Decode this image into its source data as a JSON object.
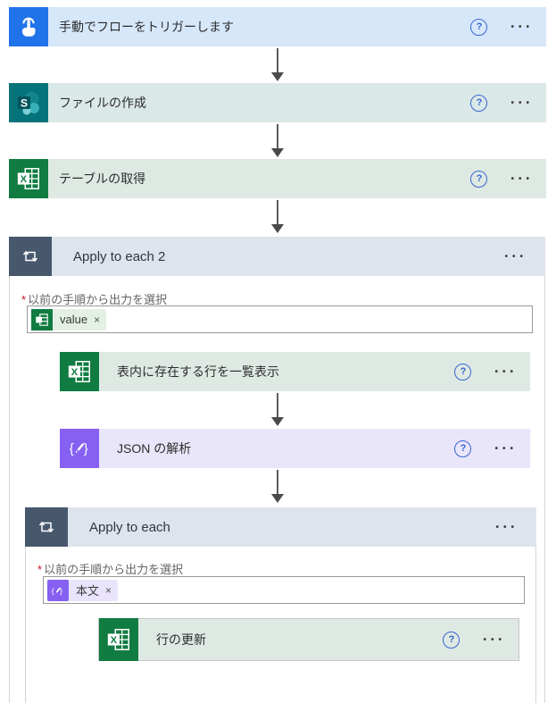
{
  "flow": {
    "trigger": {
      "title": "手動でフローをトリガーします"
    },
    "create_file": {
      "title": "ファイルの作成"
    },
    "get_tables": {
      "title": "テーブルの取得"
    },
    "loop_outer": {
      "title": "Apply to each 2",
      "required_mark": "*",
      "field_label": "以前の手順から出力を選択",
      "token": {
        "label": "value",
        "source": "excel"
      }
    },
    "list_rows": {
      "title": "表内に存在する行を一覧表示"
    },
    "parse_json": {
      "title": "JSON の解析"
    },
    "loop_inner": {
      "title": "Apply to each",
      "required_mark": "*",
      "field_label": "以前の手順から出力を選択",
      "token": {
        "label": "本文",
        "source": "parse-json"
      }
    },
    "update_row": {
      "title": "行の更新"
    }
  },
  "glyphs": {
    "help": "?",
    "more": "•••",
    "close": "×",
    "sharepoint_letter": "S",
    "excel_letter": "X",
    "brace_open": "{",
    "brace_close": "}"
  },
  "colors": {
    "trigger_icon": "#2173ea",
    "trigger_card": "#d6e7fa",
    "sharepoint_icon": "#05737a",
    "sharepoint_card": "#dbe8e8",
    "excel_icon": "#107c41",
    "excel_card": "#dee9e3",
    "json_icon": "#8661f1",
    "json_card": "#e9e5fa",
    "loop_icon_box": "#47586d",
    "loop_bar": "#dee4ee",
    "help_icon": "#3a66d0",
    "arrow": "#4a4a4a",
    "required": "#c50f1f"
  }
}
